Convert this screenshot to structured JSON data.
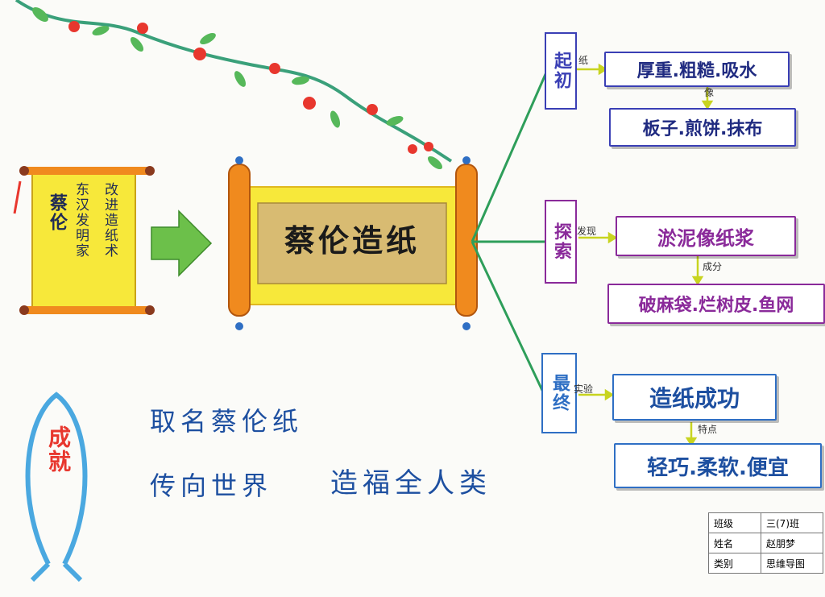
{
  "scroll_small": {
    "name_col": "蔡伦",
    "col2": "东汉发明家",
    "col3": "改进造纸术"
  },
  "scroll_main": {
    "title": "蔡伦造纸"
  },
  "achievement": {
    "label": "成就",
    "line1": "取名蔡伦纸",
    "line2a": "传向世界",
    "line2b": "造福全人类"
  },
  "branches": [
    {
      "stem": "起初",
      "stem_color": "#3a3fb5",
      "edge1": "纸",
      "node1": "厚重.粗糙.吸水",
      "edge2": "像",
      "node2": "板子.煎饼.抹布"
    },
    {
      "stem": "探索",
      "stem_color": "#8a2a9a",
      "edge1": "发现",
      "node1": "淤泥像纸浆",
      "edge2": "成分",
      "node2": "破麻袋.烂树皮.鱼网"
    },
    {
      "stem": "最终",
      "stem_color": "#2f6fc4",
      "edge1": "实验",
      "node1": "造纸成功",
      "edge2": "特点",
      "node2": "轻巧.柔软.便宜"
    }
  ],
  "info_table": {
    "rows": [
      {
        "key": "班级",
        "value": "三(7)班"
      },
      {
        "key": "姓名",
        "value": "赵朋梦"
      },
      {
        "key": "类别",
        "value": "思维导图"
      }
    ]
  },
  "colors": {
    "vine": "#3aa07a",
    "flower": "#e8372e",
    "scroll_yellow": "#f7e83a",
    "roller_orange": "#f08a1e",
    "arrow_green": "#6cc04a",
    "fish": "#4aa8e0",
    "ink_blue": "#1d4fa0"
  }
}
